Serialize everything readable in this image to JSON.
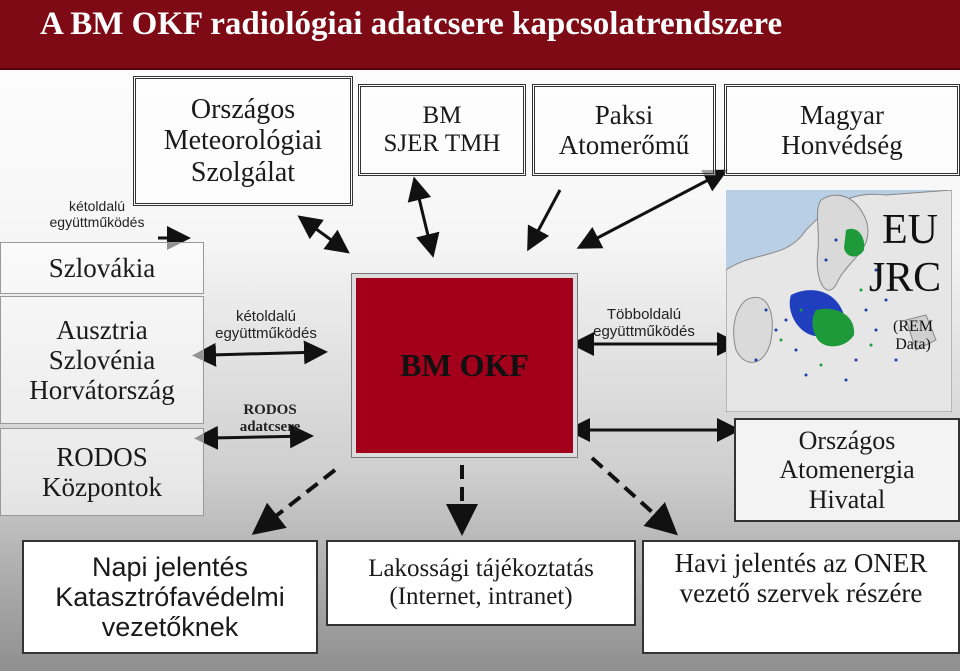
{
  "title": "A BM OKF radiológiai adatcsere kapcsolatrendszere",
  "left": {
    "bilateral_label_1": "kétoldalú együttműködés",
    "slovakia": "Szlovákia",
    "countries": [
      "Ausztria",
      "Szlovénia",
      "Horvátország"
    ],
    "rodos_centers": [
      "RODOS",
      "Központok"
    ]
  },
  "top": {
    "omsz": [
      "Országos",
      "Meteorológiai",
      "Szolgálat"
    ],
    "bm_sjer": [
      "BM",
      "SJER TMH"
    ],
    "paks": [
      "Paksi",
      "Atomerőmű"
    ],
    "honvedseg": [
      "Magyar",
      "Honvédség"
    ]
  },
  "middle": {
    "bilateral_label_2": "kétoldalú együttműködés",
    "rodos_exchange": "RODOS adatcsere",
    "center": "BM OKF",
    "multilateral": "Többoldalú együttműködés"
  },
  "right": {
    "eu": "EU",
    "jrc": "JRC",
    "rem": "(REM Data)",
    "oah": [
      "Országos",
      "Atomenergia",
      "Hivatal"
    ]
  },
  "bottom": {
    "daily": [
      "Napi jelentés",
      "Katasztrófavédelmi",
      "vezetőknek"
    ],
    "public": [
      "Lakossági tájékoztatás",
      "(Internet, intranet)"
    ],
    "monthly": [
      "Havi jelentés az ONER",
      "vezető szervek részére"
    ]
  },
  "colors": {
    "title_bg": "#7d0a14",
    "center_bg": "#a3001c",
    "map_water": "#b8cfe6"
  }
}
